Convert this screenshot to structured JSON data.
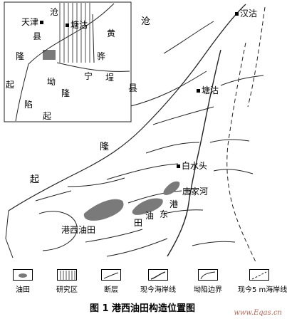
{
  "map": {
    "inset_labels": {
      "tianjin": "天津",
      "cang": "沧",
      "xian": "县",
      "tanggu": "塘沽",
      "huang": "黄",
      "long": "隆",
      "hua": "骅",
      "ning": "宁",
      "ao": "坳",
      "cheng": "埕",
      "qi": "起",
      "xian2": "陷",
      "long2": "隆",
      "qi2": "起"
    },
    "main_labels": {
      "cang": "沧",
      "xian": "县",
      "long": "隆",
      "qi": "起",
      "hangu": "汉沽",
      "tanggu": "塘沽",
      "baishuitou": "白水头",
      "tangjiahe": "唐家河",
      "gang": "港",
      "dong": "东",
      "you": "油",
      "tian": "田",
      "gangxi": "港西油田"
    },
    "colors": {
      "oilfield": "#7a7a7a",
      "line": "#222222",
      "study": "#bdbdbd"
    }
  },
  "legend": [
    {
      "key": "oilfield",
      "label": "油田",
      "icon": "oilfield-swatch"
    },
    {
      "key": "study",
      "label": "研究区",
      "icon": "study-area-swatch"
    },
    {
      "key": "fault",
      "label": "断层",
      "icon": "fault-swatch"
    },
    {
      "key": "coast",
      "label": "现今海岸线",
      "icon": "coastline-swatch"
    },
    {
      "key": "boundary",
      "label": "坳陷边界",
      "icon": "depression-boundary-swatch"
    },
    {
      "key": "coast5",
      "label": "现今5 m海岸线",
      "icon": "coastline-5m-swatch"
    }
  ],
  "caption": "图 1   港西油田构造位置图",
  "watermark": "www.Eqas.cn"
}
